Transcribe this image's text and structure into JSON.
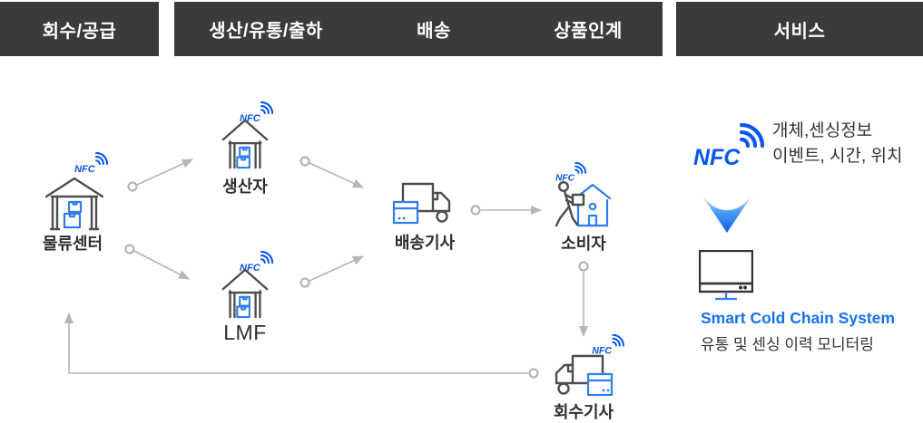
{
  "header": {
    "section1": "회수/공급",
    "section2a": "생산/유통/출하",
    "section2b": "배송",
    "section2c": "상품인계",
    "section3": "서비스"
  },
  "nodes": {
    "logistics": "물류센터",
    "producer": "생산자",
    "lmf": "LMF",
    "delivery": "배송기사",
    "consumer": "소비자",
    "recovery": "회수기사"
  },
  "nfc_label": "NFC",
  "service": {
    "info_line1": "개체,센싱정보",
    "info_line2": "이벤트, 시간, 위치",
    "system_title": "Smart Cold Chain System",
    "system_subtitle": "유통 및 센싱 이력 모니터링"
  },
  "colors": {
    "header-bg": "#3b3b3b",
    "header-text": "#ffffff",
    "label-text": "#2e2e2e",
    "icon-gray": "#4d4d4d",
    "accent-blue": "#2e7ef0",
    "nfc-blue": "#0857ec",
    "title-blue": "#1672ec",
    "connector-gray": "#b5b5b5",
    "arrow-grad-top": "#cfe6ff",
    "arrow-grad-bottom": "#0b63e8"
  }
}
